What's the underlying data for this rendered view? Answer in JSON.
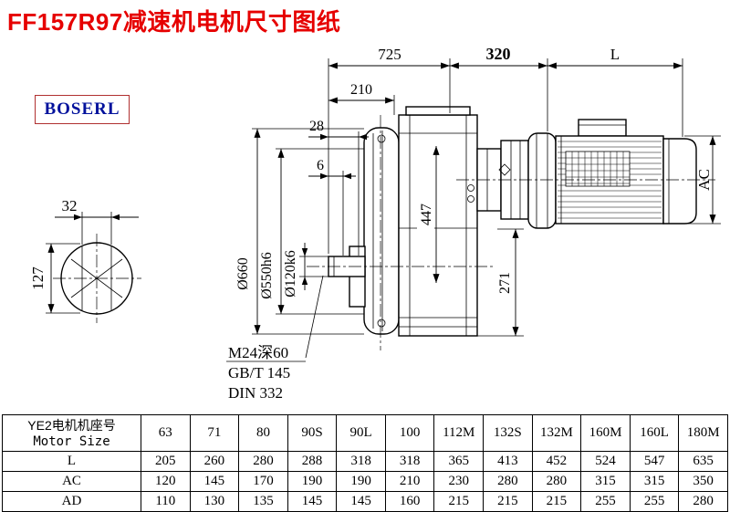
{
  "page": {
    "title": "FF157R97减速机电机尺寸图纸",
    "brand": "BOSERL"
  },
  "drawing": {
    "dim_725": "725",
    "dim_320": "320",
    "dim_L": "L",
    "dim_210": "210",
    "dim_28": "28",
    "dim_6": "6",
    "dim_32": "32",
    "dim_127": "127",
    "dim_447": "447",
    "dim_271": "271",
    "dim_AC": "AC",
    "dia_flange": "Ø660",
    "dia_spigot": "Ø550h6",
    "dia_shaft": "Ø120k6",
    "thread_note": "M24深60",
    "standard_1": "GB/T 145",
    "standard_2": "DIN 332"
  },
  "table": {
    "header": {
      "label_cn": "YE2电机机座号",
      "label_en": "Motor Size",
      "sizes": [
        "63",
        "71",
        "80",
        "90S",
        "90L",
        "100",
        "112M",
        "132S",
        "132M",
        "160M",
        "160L",
        "180M"
      ]
    },
    "rows": [
      {
        "label": "L",
        "values": [
          "205",
          "260",
          "280",
          "288",
          "318",
          "318",
          "365",
          "413",
          "452",
          "524",
          "547",
          "635"
        ]
      },
      {
        "label": "AC",
        "values": [
          "120",
          "145",
          "170",
          "190",
          "190",
          "210",
          "230",
          "280",
          "280",
          "315",
          "315",
          "350"
        ]
      },
      {
        "label": "AD",
        "values": [
          "110",
          "130",
          "135",
          "145",
          "145",
          "160",
          "215",
          "215",
          "215",
          "255",
          "255",
          "280"
        ]
      }
    ]
  }
}
